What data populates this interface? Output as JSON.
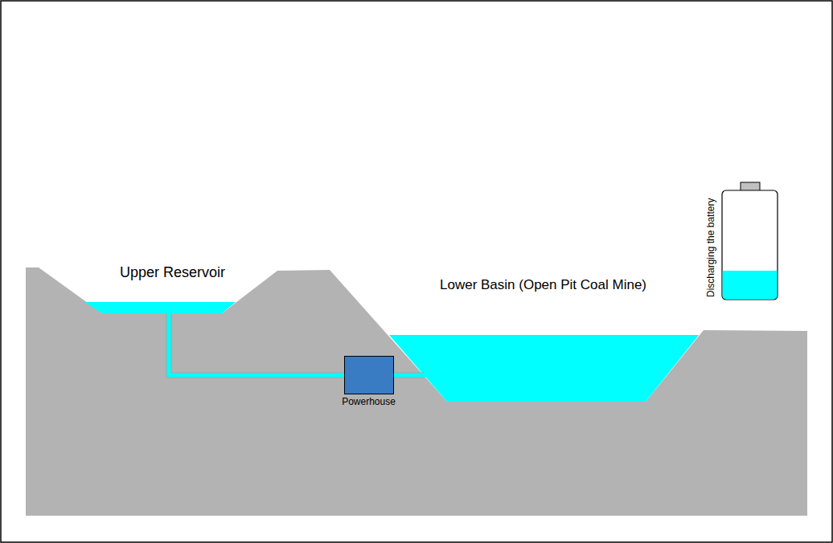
{
  "diagram": {
    "nodes": [
      {
        "text": [
          "Powerhouse"
        ]
      },
      {
        "text": [
          "Discharging the battery"
        ]
      }
    ],
    "labels": [
      "Upper Reservoir",
      "Lower Basin (Open Pit Coal Mine)"
    ]
  }
}
